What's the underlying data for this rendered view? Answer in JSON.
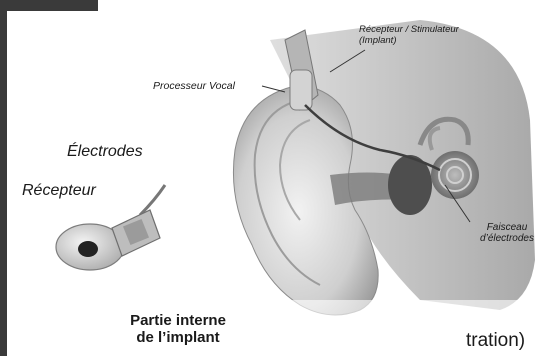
{
  "labels": {
    "recepteur_stimulateur": "Récepteur / Stimulateur",
    "implant": "(Implant)",
    "processeur_vocal": "Processeur Vocal",
    "electrodes": "Électrodes",
    "recepteur": "Récepteur",
    "faisceau_line1": "Faisceau",
    "faisceau_line2": "d’électrodes",
    "partie_line1": "Partie interne",
    "partie_line2": "de l’implant",
    "tration": "tration)"
  },
  "colors": {
    "frame": "#3a3a3a",
    "text": "#1a1a1a",
    "skin_light": "#e6e6e6",
    "skin_mid": "#b9b9b9",
    "skin_dark": "#6e6e6e"
  }
}
